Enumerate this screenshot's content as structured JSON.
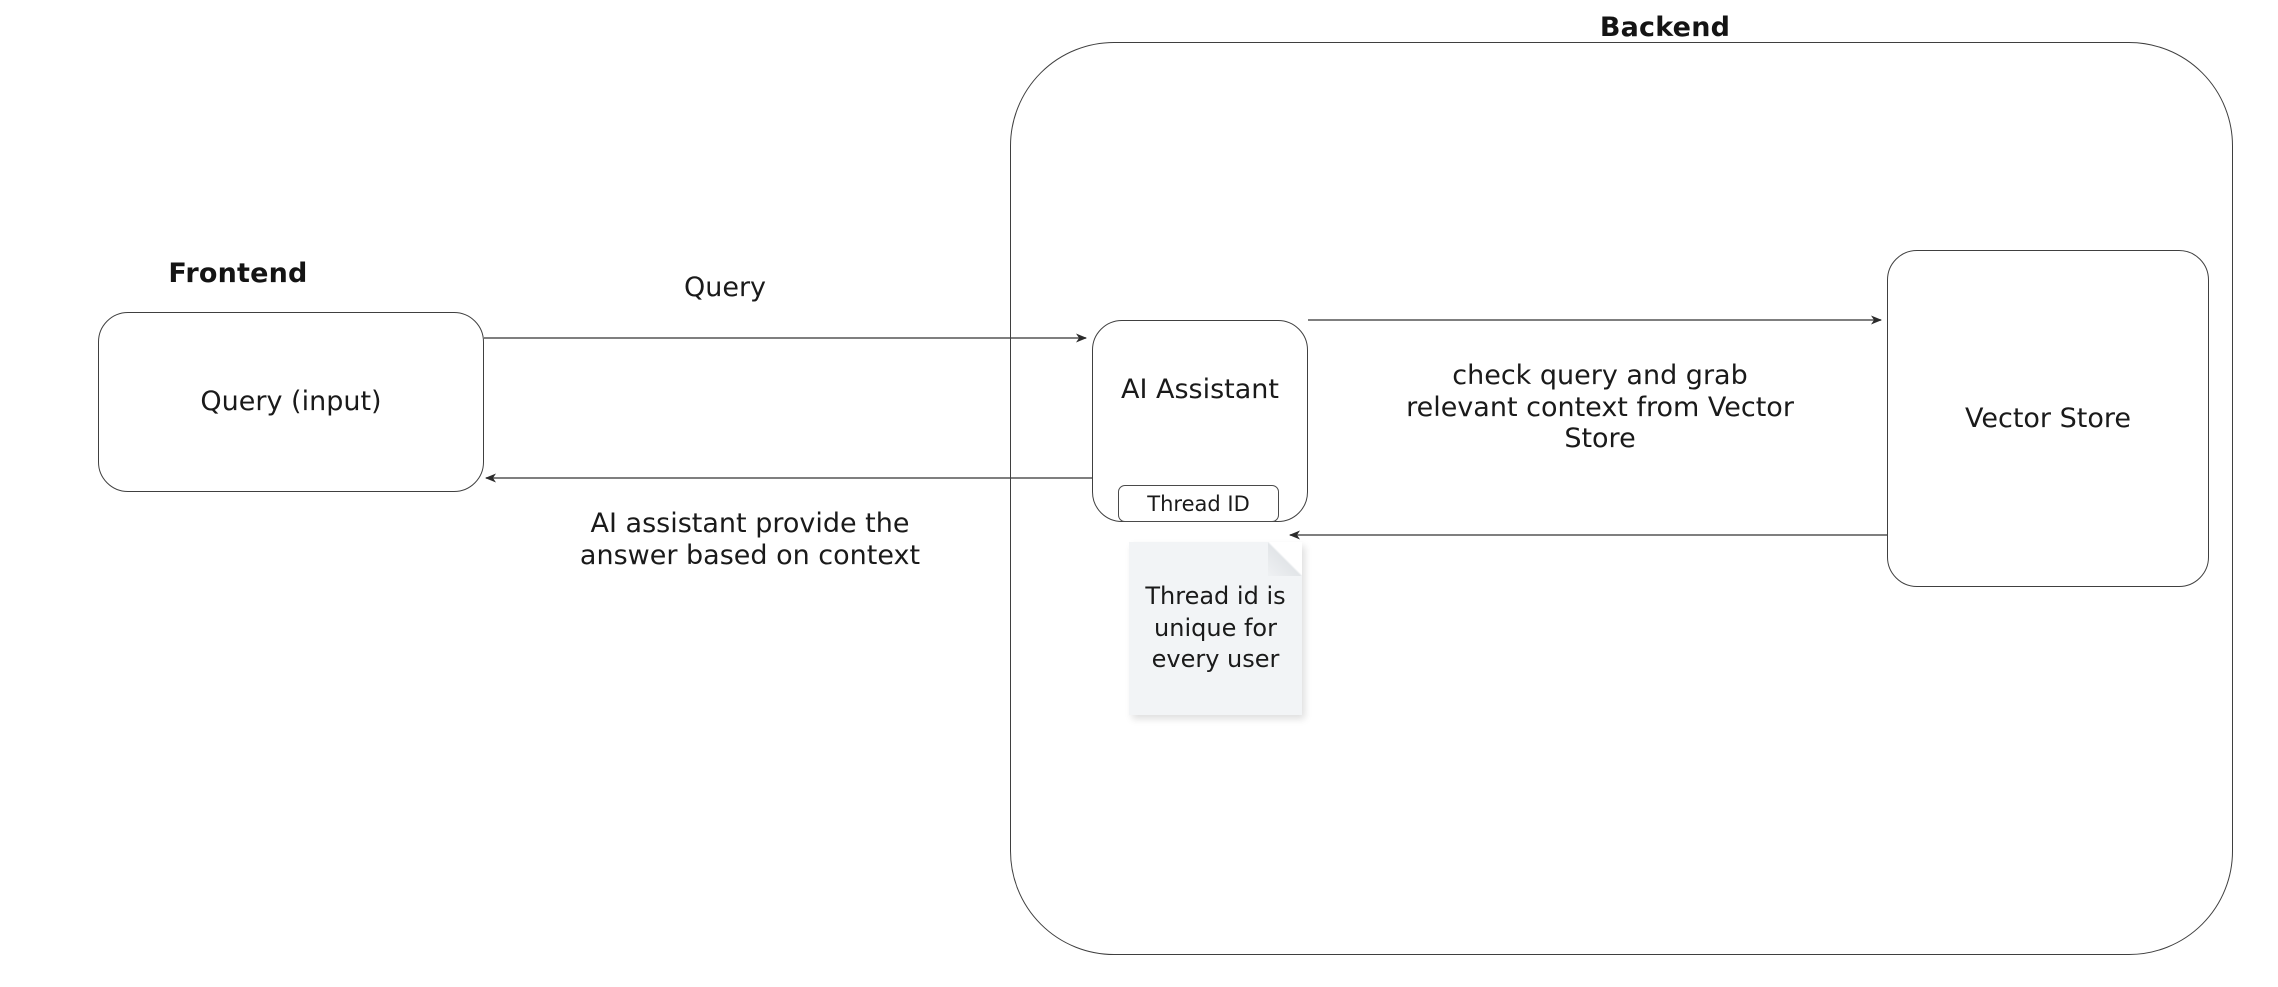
{
  "diagram": {
    "title_groups": [
      {
        "id": "frontend",
        "label": "Frontend"
      },
      {
        "id": "backend",
        "label": "Backend"
      }
    ],
    "nodes": [
      {
        "id": "query-input",
        "label": "Query (input)"
      },
      {
        "id": "ai-assistant",
        "label": "AI Assistant",
        "badge": "Thread ID"
      },
      {
        "id": "vector-store",
        "label": "Vector Store"
      }
    ],
    "edges": [
      {
        "id": "query",
        "label": "Query",
        "from": "query-input",
        "to": "ai-assistant"
      },
      {
        "id": "answer",
        "label": "AI assistant provide the\nanswer based on context",
        "from": "ai-assistant",
        "to": "query-input"
      },
      {
        "id": "retrieve",
        "label": "check query and grab\nrelevant context from Vector\nStore",
        "from": "ai-assistant",
        "to": "vector-store"
      },
      {
        "id": "context-return",
        "label": "",
        "from": "vector-store",
        "to": "ai-assistant"
      }
    ],
    "notes": [
      {
        "id": "thread-id-note",
        "text": "Thread id is\nunique for\nevery user"
      }
    ],
    "colors": {
      "background": "#ffffff",
      "stroke": "#404040",
      "text": "#1a1a1a",
      "note_background": "#f2f4f6"
    }
  }
}
